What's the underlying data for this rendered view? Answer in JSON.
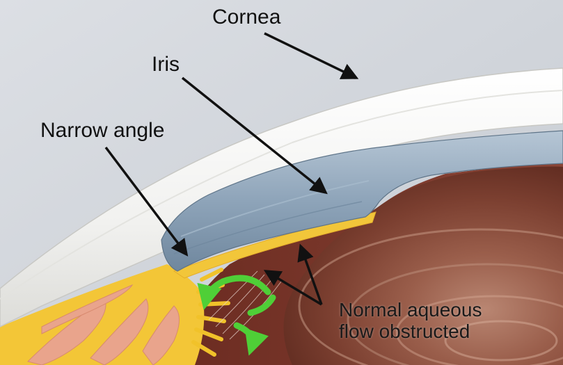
{
  "labels": {
    "cornea": "Cornea",
    "iris": "Iris",
    "narrow_angle": "Narrow angle",
    "flow_line1": "Normal aqueous",
    "flow_line2": "flow obstructed"
  },
  "colors": {
    "background": "#d3d7dd",
    "cornea": "#f2f2f0",
    "iris": "#8fa4b8",
    "ciliary_body": "#f1c22a",
    "ciliary_tissue": "#e9a48c",
    "lens": "#8a5040",
    "flow_arrow": "#52d13a",
    "pointer": "#111111"
  }
}
